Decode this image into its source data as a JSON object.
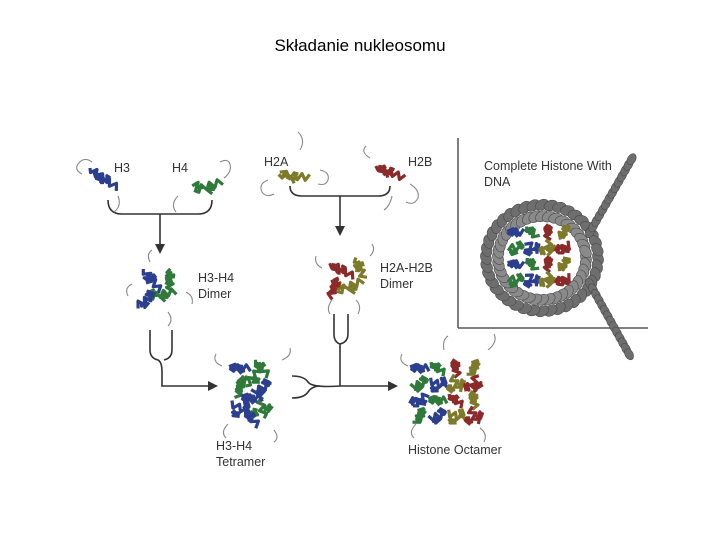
{
  "title": "Składanie nukleosomu",
  "labels": {
    "h3": "H3",
    "h4": "H4",
    "h2a": "H2A",
    "h2b": "H2B",
    "h3h4_dimer_1": "H3-H4",
    "h3h4_dimer_2": "Dimer",
    "h2a_dimer_1": "H2A-H2B",
    "h2a_dimer_2": "Dimer",
    "tetramer_1": "H3-H4",
    "tetramer_2": "Tetramer",
    "octamer": "Histone Octamer",
    "complete_1": "Complete Histone With",
    "complete_2": "DNA"
  },
  "colors": {
    "h3": "#2c3f8f",
    "h4": "#2f7a3a",
    "h2a": "#7d7a2a",
    "h2b": "#8c2a2a",
    "dna": "#6e6e6e",
    "arrow": "#333333",
    "tail": "#8a8a8a"
  }
}
